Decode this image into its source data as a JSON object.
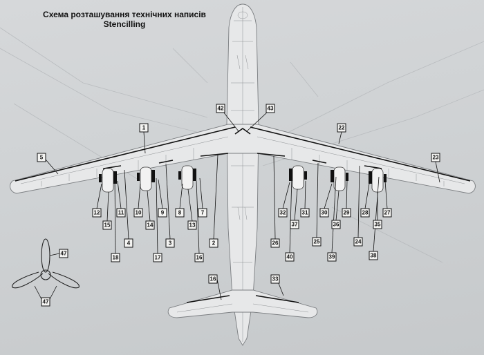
{
  "title": {
    "line1": "Схема розташування технічних написів",
    "line2": "Stencilling"
  },
  "callouts": [
    {
      "id": "c1",
      "label": "1"
    },
    {
      "id": "c2",
      "label": "2"
    },
    {
      "id": "c3",
      "label": "3"
    },
    {
      "id": "c4",
      "label": "4"
    },
    {
      "id": "c5",
      "label": "5"
    },
    {
      "id": "c7",
      "label": "7"
    },
    {
      "id": "c8",
      "label": "8"
    },
    {
      "id": "c9",
      "label": "9"
    },
    {
      "id": "c10",
      "label": "10"
    },
    {
      "id": "c11",
      "label": "11"
    },
    {
      "id": "c12",
      "label": "12"
    },
    {
      "id": "c13",
      "label": "13"
    },
    {
      "id": "c14",
      "label": "14"
    },
    {
      "id": "c15",
      "label": "15"
    },
    {
      "id": "c16",
      "label": "16"
    },
    {
      "id": "c16b",
      "label": "16"
    },
    {
      "id": "c17",
      "label": "17"
    },
    {
      "id": "c18",
      "label": "18"
    },
    {
      "id": "c22",
      "label": "22"
    },
    {
      "id": "c23",
      "label": "23"
    },
    {
      "id": "c24",
      "label": "24"
    },
    {
      "id": "c25",
      "label": "25"
    },
    {
      "id": "c26",
      "label": "26"
    },
    {
      "id": "c27",
      "label": "27"
    },
    {
      "id": "c28",
      "label": "28"
    },
    {
      "id": "c29",
      "label": "29"
    },
    {
      "id": "c30",
      "label": "30"
    },
    {
      "id": "c31",
      "label": "31"
    },
    {
      "id": "c32",
      "label": "32"
    },
    {
      "id": "c33",
      "label": "33"
    },
    {
      "id": "c35",
      "label": "35"
    },
    {
      "id": "c36",
      "label": "36"
    },
    {
      "id": "c37",
      "label": "37"
    },
    {
      "id": "c38",
      "label": "38"
    },
    {
      "id": "c39",
      "label": "39"
    },
    {
      "id": "c40",
      "label": "40"
    },
    {
      "id": "c42",
      "label": "42"
    },
    {
      "id": "c43",
      "label": "43"
    },
    {
      "id": "c47a",
      "label": "47"
    },
    {
      "id": "c47b",
      "label": "47"
    }
  ]
}
